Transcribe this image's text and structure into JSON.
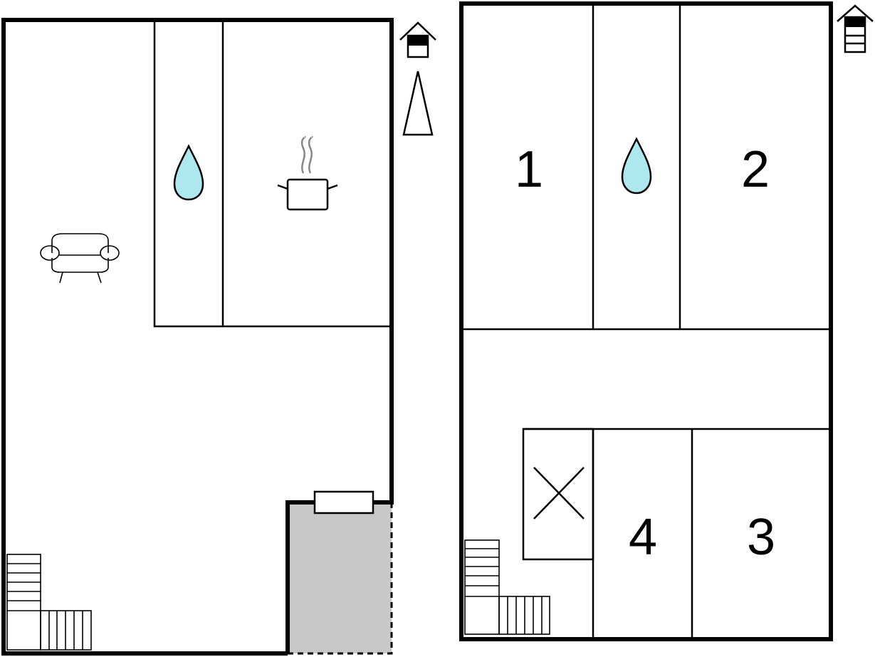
{
  "floors": [
    {
      "name": "ground-floor",
      "icons": [
        "house-level-icon",
        "north-arrow-icon",
        "sofa-icon",
        "water-drop-icon",
        "cooking-pot-icon",
        "stairs-icon",
        "terrace-icon"
      ]
    },
    {
      "name": "upper-floor",
      "rooms": [
        {
          "label": "1"
        },
        {
          "label": "2"
        },
        {
          "label": "3"
        },
        {
          "label": "4"
        }
      ],
      "icons": [
        "house-level-icon",
        "water-drop-icon",
        "void-cross-icon",
        "stairs-icon"
      ]
    }
  ],
  "colors": {
    "wall": "#000000",
    "water": "#aee8ef",
    "terrace": "#c8c8c8",
    "background": "#ffffff"
  }
}
